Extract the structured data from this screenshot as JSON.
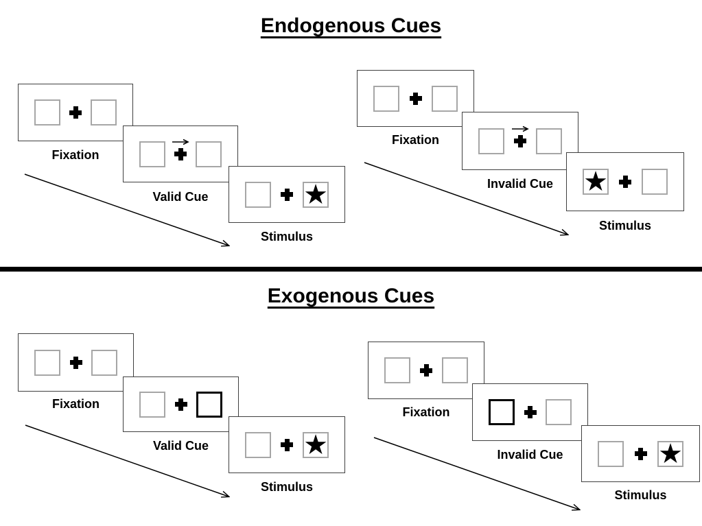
{
  "titles": {
    "endogenous": "Endogenous Cues",
    "exogenous": "Exogenous Cues"
  },
  "glyphs": {
    "star": "★",
    "fixation_cross": "plus-shape",
    "cue_arrow": "right-arrow"
  },
  "colors": {
    "background": "#ffffff",
    "panel_border": "#3f3f3f",
    "box_border": "#a6a6a6",
    "highlight_border": "#000000",
    "text": "#000000",
    "divider": "#000000"
  },
  "sequences": {
    "endo_valid": {
      "fixation_label": "Fixation",
      "cue_label": "Valid Cue",
      "stimulus_label": "Stimulus",
      "cue_symbol": "central-arrow-pointing-right",
      "stimulus_side": "right"
    },
    "endo_invalid": {
      "fixation_label": "Fixation",
      "cue_label": "Invalid Cue",
      "stimulus_label": "Stimulus",
      "cue_symbol": "central-arrow-pointing-right",
      "stimulus_side": "left"
    },
    "exo_valid": {
      "fixation_label": "Fixation",
      "cue_label": "Valid Cue",
      "stimulus_label": "Stimulus",
      "cue_symbol": "right-box-highlighted",
      "stimulus_side": "right"
    },
    "exo_invalid": {
      "fixation_label": "Fixation",
      "cue_label": "Invalid Cue",
      "stimulus_label": "Stimulus",
      "cue_symbol": "left-box-highlighted",
      "stimulus_side": "right"
    }
  }
}
